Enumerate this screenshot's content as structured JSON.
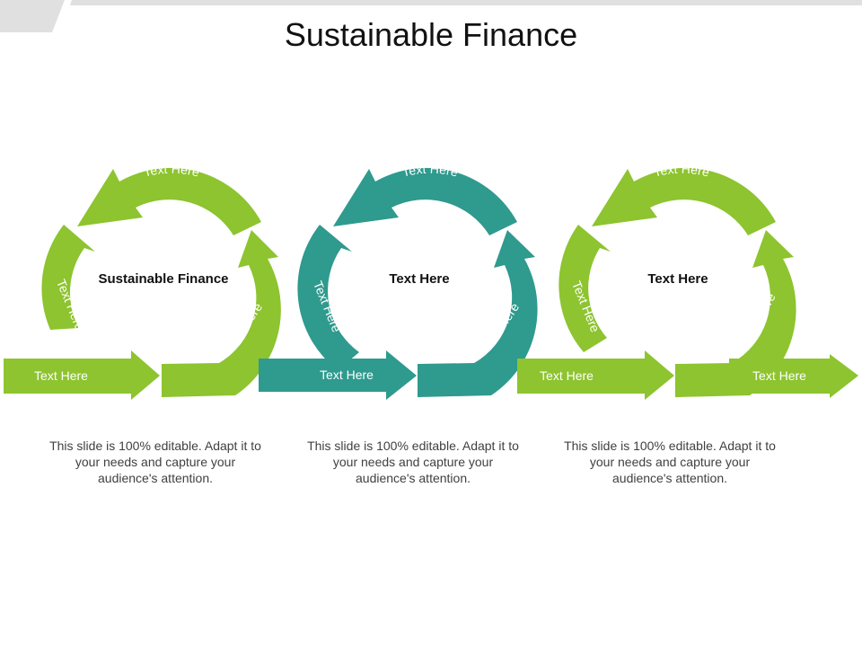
{
  "title": "Sustainable Finance",
  "colors": {
    "green": "#8DC42F",
    "teal": "#2F9A8E",
    "text_light": "#ffffff",
    "text_dark": "#111111",
    "body_text": "#404040",
    "bar_gray": "#E0E0E0"
  },
  "cycles": [
    {
      "color": "green",
      "center_label": "Sustainable Finance",
      "top_label": "Text Here",
      "left_label": "Text Here",
      "right_label": "Text Here",
      "description": "This slide is 100% editable. Adapt it to your needs and capture your audience's attention."
    },
    {
      "color": "teal",
      "center_label": "Text Here",
      "top_label": "Text Here",
      "left_label": "Text Here",
      "right_label": "Text Here",
      "description": "This slide is 100% editable. Adapt it to your needs and capture your audience's attention."
    },
    {
      "color": "green",
      "center_label": "Text Here",
      "top_label": "Text Here",
      "left_label": "Text Here",
      "right_label": "Text Here",
      "description": "This slide is 100% editable. Adapt it to your needs and capture your audience's attention."
    }
  ],
  "bottom_arrows": [
    {
      "label": "Text Here",
      "color": "green"
    },
    {
      "label": "Text Here",
      "color": "teal"
    },
    {
      "label": "Text Here",
      "color": "green"
    },
    {
      "label": "Text Here",
      "color": "green"
    }
  ]
}
